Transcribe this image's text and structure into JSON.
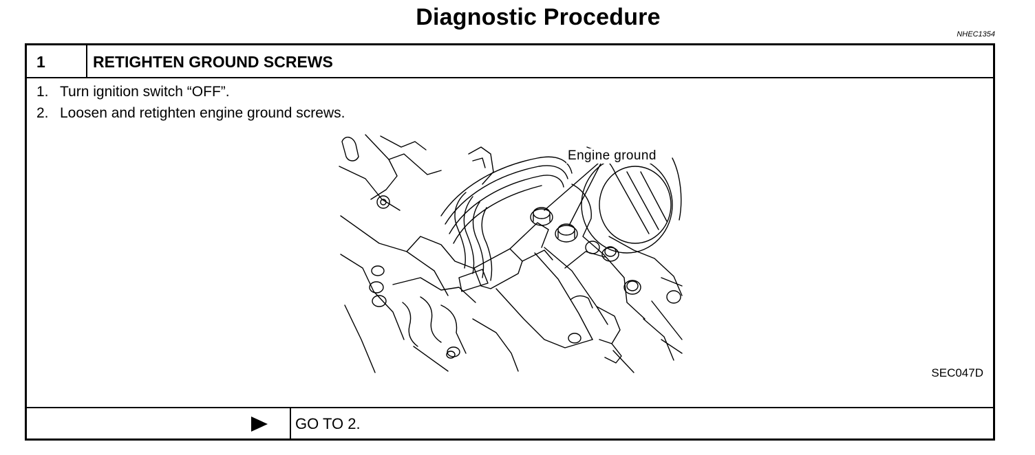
{
  "page": {
    "title": "Diagnostic Procedure",
    "doc_code": "NHEC1354"
  },
  "step": {
    "number": "1",
    "title": "RETIGHTEN GROUND SCREWS",
    "instructions": [
      {
        "num": "1.",
        "text": "Turn ignition switch “OFF”."
      },
      {
        "num": "2.",
        "text": "Loosen and retighten engine ground screws."
      }
    ],
    "figure": {
      "callout": "Engine ground",
      "code": "SEC047D"
    },
    "result": {
      "arrow_icon": "right-triangle-icon",
      "goto": "GO TO 2."
    }
  }
}
